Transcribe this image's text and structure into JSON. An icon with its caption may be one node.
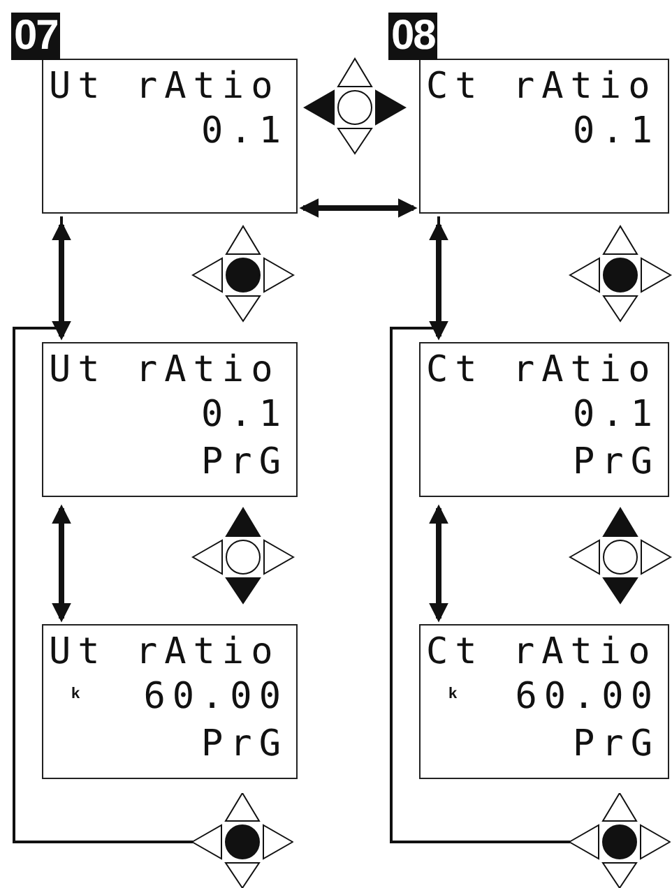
{
  "diagram": {
    "nodes": [
      {
        "text": [
          "07",
          "Ut rAtio",
          "0.1"
        ]
      },
      {
        "text": [
          "08",
          "Ct rAtio",
          "0.1"
        ]
      },
      {
        "text": [
          "Ut rAtio",
          "0.1",
          "PrG"
        ]
      },
      {
        "text": [
          "Ct rAtio",
          "0.1",
          "PrG"
        ]
      },
      {
        "text": [
          "Ut rAtio",
          "k",
          "60.00",
          "PrG"
        ]
      },
      {
        "text": [
          "Ct rAtio",
          "k",
          "60.00",
          "PrG"
        ]
      },
      {
        "text": [],
        "shape": "button"
      },
      {
        "text": [],
        "shape": "button"
      }
    ],
    "edges": [
      {
        "from": 0,
        "to": 1,
        "arrow": "both"
      },
      {
        "from": 0,
        "to": 2,
        "arrow": "both"
      },
      {
        "from": 1,
        "to": 3,
        "arrow": "both"
      },
      {
        "from": 2,
        "to": 4,
        "arrow": "both"
      },
      {
        "from": 3,
        "to": 5,
        "arrow": "both"
      },
      {
        "from": 6,
        "to": 0,
        "arrow": "none"
      },
      {
        "from": 7,
        "to": 1,
        "arrow": "none"
      }
    ]
  }
}
